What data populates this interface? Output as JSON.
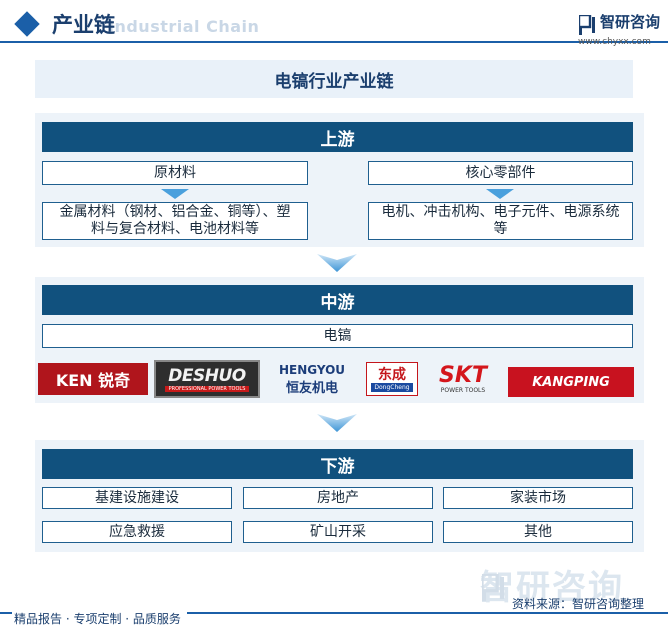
{
  "header": {
    "title": "产业链",
    "subtitle": "Industrial Chain",
    "brand_name": "智研咨询",
    "brand_url": "www.chyxx.com"
  },
  "diagram_title": "电镐行业产业链",
  "upstream": {
    "label": "上游",
    "left": {
      "head": "原材料",
      "detail": "金属材料（钢材、铝合金、铜等）、塑料与复合材料、电池材料等"
    },
    "right": {
      "head": "核心零部件",
      "detail": "电机、冲击机构、电子元件、电源系统等"
    }
  },
  "midstream": {
    "label": "中游",
    "product": "电镐",
    "logos": [
      {
        "name": "KEN锐奇",
        "text": "KEN 锐奇",
        "color": "#b0151c"
      },
      {
        "name": "DESHUO",
        "text": "DESHUO",
        "sub": "PROFESSIONAL POWER TOOLS",
        "color": "#2e2e2e"
      },
      {
        "name": "HENGYOU",
        "text": "HENGYOU",
        "sub": "恒友机电",
        "color": "#1c3d7a"
      },
      {
        "name": "东成",
        "text": "东成",
        "sub": "DongCheng",
        "color": "#c4161c"
      },
      {
        "name": "SKT",
        "text": "SKT",
        "sub": "POWER TOOLS",
        "color": "#d4161c"
      },
      {
        "name": "KANGPING",
        "text": "KANGPING",
        "color": "#c8121f"
      }
    ]
  },
  "downstream": {
    "label": "下游",
    "items": [
      "基建设施建设",
      "房地产",
      "家装市场",
      "应急救援",
      "矿山开采",
      "其他"
    ]
  },
  "footer": {
    "left": "精品报告 · 专项定制 · 品质服务",
    "source": "资料来源：智研咨询整理"
  },
  "watermark": "智研咨询",
  "colors": {
    "accent": "#11517e",
    "brand": "#1b5fa8",
    "arrow": "#4aa0dd"
  }
}
